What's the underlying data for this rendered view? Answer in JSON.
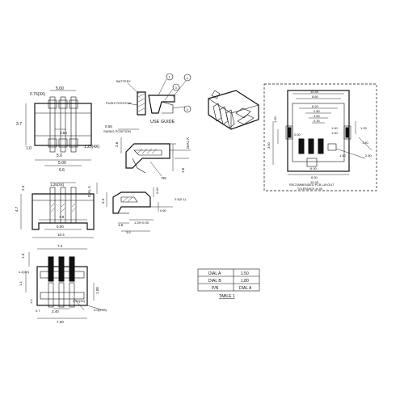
{
  "views": {
    "top_view": {
      "dims": [
        "0.76(3X)",
        "5.00",
        "3.7",
        "1.0",
        "5.0",
        "2.50",
        "5.00",
        "6.6",
        "1.25(4X)"
      ]
    },
    "use_guide": {
      "title": "USE GUIDE",
      "labels": [
        "BATTERY",
        "PUSH POSITION",
        "1",
        "2",
        "3",
        "4"
      ]
    },
    "side_view": {
      "dims": [
        "0.56",
        "SWING POSITION",
        "2.6",
        "DIAL A",
        "1.6",
        "R5"
      ]
    },
    "front_view": {
      "dims": [
        "2.4",
        "1.25(3X)",
        "DIAL A",
        "4.7",
        "7.8",
        "5.00",
        "10.4"
      ]
    },
    "end_view": {
      "dims": [
        "2.4",
        "0.60",
        "0.60",
        "2.5(0.1)",
        "1.6",
        "1.25+0.05",
        "3.6"
      ]
    },
    "bottom_view": {
      "dims": [
        "1.5",
        "7.4",
        "1.2(3X)",
        "2.40",
        "0.40(3X)",
        "1.00",
        "7.20",
        "1.4",
        "1.4",
        "0.7",
        "4.0(0.05)"
      ]
    },
    "pcb_layout": {
      "caption": "RECOMMENDED PCB LAYOUT",
      "caption2": "TOLERANCE ±0.05",
      "dims": [
        "10.40",
        "8.60",
        "6.20",
        "2.80",
        "3.60",
        "0.30",
        "2.50",
        "1.00",
        "1.00",
        "3.50",
        "1.60",
        "1.25",
        "6.00",
        "8.50",
        "10.40",
        "1.40",
        "2.80",
        "1.50"
      ]
    }
  },
  "table": {
    "rows": [
      {
        "pn": "DIAL A",
        "value": "1.50"
      },
      {
        "pn": "DIAL B",
        "value": "1.80"
      }
    ],
    "header_left": "P/N",
    "header_right": "DIAL A",
    "caption": "TABLE 1"
  }
}
